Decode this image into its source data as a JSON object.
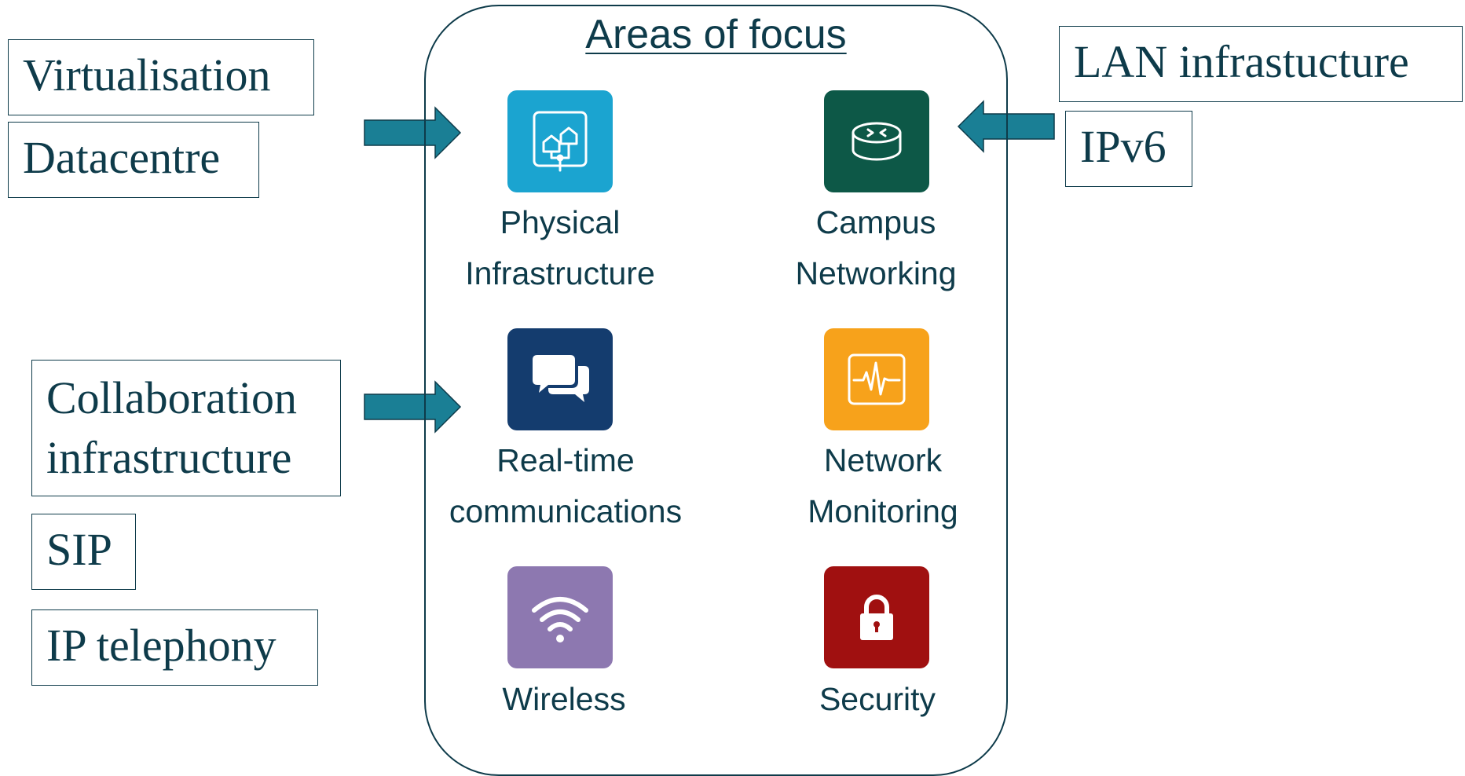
{
  "left_boxes": {
    "virtualisation": "Virtualisation",
    "datacentre": "Datacentre",
    "collaboration_line1": "Collaboration",
    "collaboration_line2": "infrastructure",
    "sip": "SIP",
    "ip_telephony": "IP telephony"
  },
  "right_boxes": {
    "lan": "LAN infrastucture",
    "ipv6": "IPv6"
  },
  "panel": {
    "title": "Areas of focus"
  },
  "areas": [
    {
      "line1": "Physical",
      "line2": "Infrastructure",
      "icon": "network-topology-icon",
      "color": "#1ba4d0"
    },
    {
      "line1": "Campus",
      "line2": "Networking",
      "icon": "router-icon",
      "color": "#0d5847"
    },
    {
      "line1": "Real-time",
      "line2": "communications",
      "icon": "chat-bubbles-icon",
      "color": "#143c6e"
    },
    {
      "line1": "Network",
      "line2": "Monitoring",
      "icon": "pulse-monitor-icon",
      "color": "#f7a21b"
    },
    {
      "line1": "Wireless",
      "line2": "",
      "icon": "wifi-icon",
      "color": "#8d78b0"
    },
    {
      "line1": "Security",
      "line2": "",
      "icon": "lock-icon",
      "color": "#a01010"
    }
  ],
  "colors": {
    "text": "#0e3b4a",
    "arrow": "#1a7f95"
  }
}
